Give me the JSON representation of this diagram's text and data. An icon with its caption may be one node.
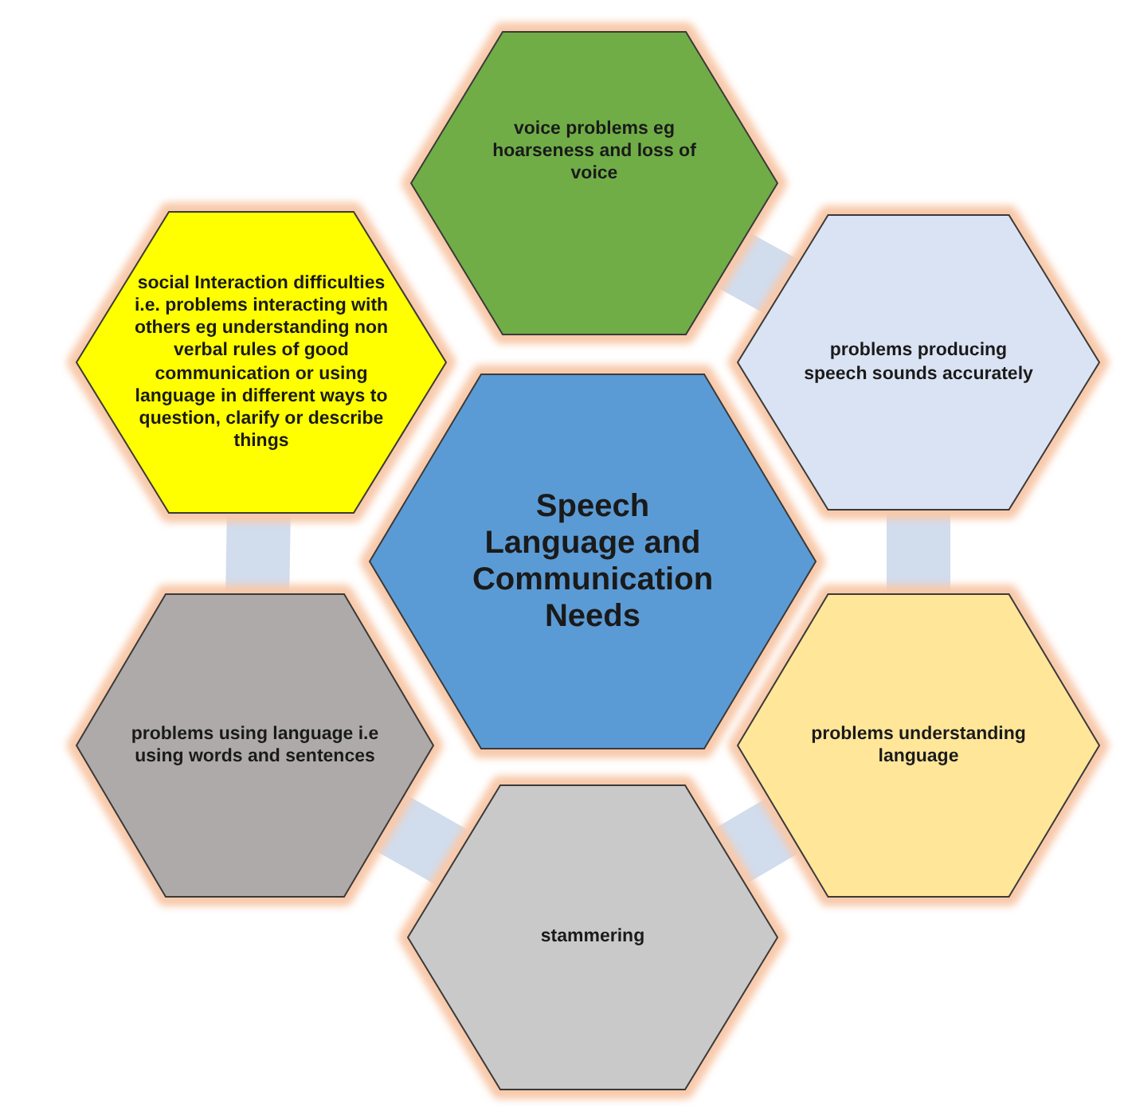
{
  "diagram": {
    "nodes": [
      {
        "text": [
          "voice problems eg hoarseness and loss of voice"
        ]
      },
      {
        "text": [
          "social Interaction difficulties i.e. problems interacting with others eg understanding non verbal rules of good communication or using language in different ways to question, clarify or describe things"
        ]
      },
      {
        "text": [
          "problems producing speech sounds accurately"
        ]
      },
      {
        "text": [
          "Speech Language and Communication Needs"
        ]
      },
      {
        "text": [
          "problems using language i.e using words and sentences"
        ]
      },
      {
        "text": [
          "problems understanding language"
        ]
      },
      {
        "text": [
          "stammering"
        ]
      }
    ],
    "edges": [
      {
        "from": 0,
        "to": 2,
        "arrow": "none"
      },
      {
        "from": 2,
        "to": 5,
        "arrow": "none"
      },
      {
        "from": 5,
        "to": 6,
        "arrow": "none"
      },
      {
        "from": 6,
        "to": 4,
        "arrow": "none"
      },
      {
        "from": 4,
        "to": 1,
        "arrow": "none"
      }
    ]
  }
}
